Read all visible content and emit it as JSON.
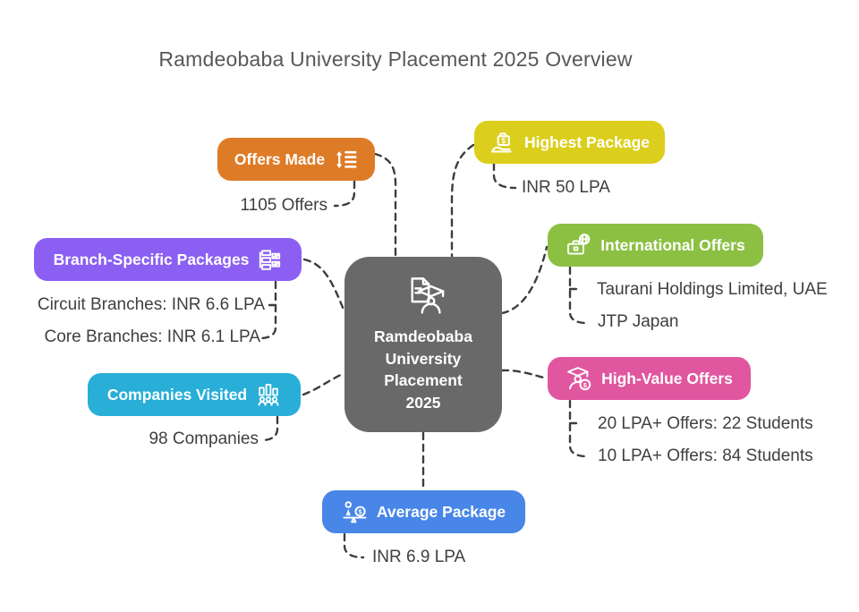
{
  "title": "Ramdeobaba University Placement 2025 Overview",
  "colors": {
    "background": "#FFFFFF",
    "connector": "#3D3D3D",
    "label_text": "#3F3F3F",
    "title_text": "#58585A"
  },
  "center": {
    "color": "#696969",
    "icon": "document-graduate-icon",
    "line1": "Ramdeobaba",
    "line2": "University",
    "line3": "Placement",
    "line4": "2025"
  },
  "nodes": {
    "offers_made": {
      "label": "Offers Made",
      "color": "#DE7B27",
      "icon": "sort-arrows-icon",
      "children": [
        "1105 Offers"
      ]
    },
    "highest_package": {
      "label": "Highest Package",
      "color": "#DBCE1C",
      "icon": "briefcase-dollar-hand-icon",
      "children": [
        "INR 50 LPA"
      ]
    },
    "branch_specific_packages": {
      "label": "Branch-Specific Packages",
      "color": "#8A5FF2",
      "icon": "hierarchy-bars-icon",
      "children": [
        "Circuit Branches: INR 6.6 LPA",
        "Core Branches: INR 6.1 LPA"
      ]
    },
    "companies_visited": {
      "label": "Companies Visited",
      "color": "#29AED8",
      "icon": "chart-people-icon",
      "children": [
        "98 Companies"
      ]
    },
    "international_offers": {
      "label": "International Offers",
      "color": "#8BC043",
      "icon": "briefcase-globe-icon",
      "children": [
        "Taurani Holdings Limited, UAE",
        "JTP Japan"
      ]
    },
    "high_value_offers": {
      "label": "High-Value Offers",
      "color": "#E0569F",
      "icon": "graduate-coin-icon",
      "children": [
        "20 LPA+ Offers: 22 Students",
        "10 LPA+ Offers: 84 Students"
      ]
    },
    "average_package": {
      "label": "Average Package",
      "color": "#4886E8",
      "icon": "balance-coin-icon",
      "children": [
        "INR 6.9 LPA"
      ]
    }
  }
}
